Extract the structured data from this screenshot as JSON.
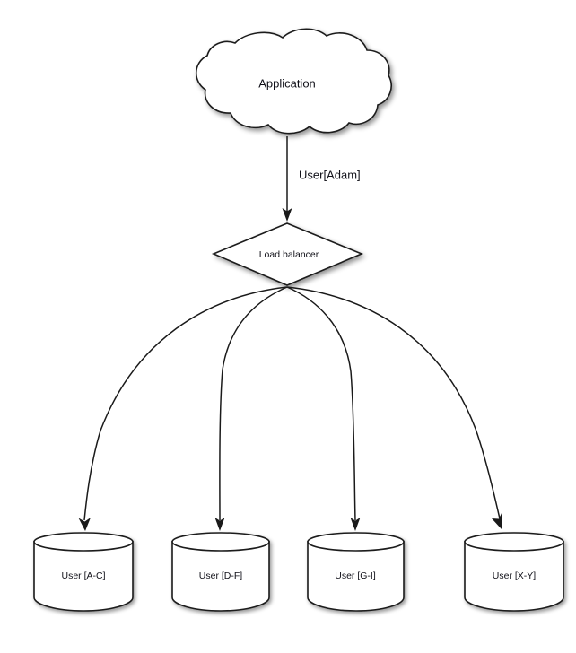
{
  "diagram": {
    "type": "architecture-flow",
    "background_color": "#ffffff",
    "stroke_color": "#1a1a1a",
    "fill_color": "#ffffff",
    "text_color": "#101018",
    "nodes": {
      "application": {
        "label": "Application",
        "shape": "cloud"
      },
      "load_balancer": {
        "label": "Load balancer",
        "shape": "diamond"
      },
      "databases": [
        {
          "label": "User [A-C]",
          "shape": "cylinder"
        },
        {
          "label": "User [D-F]",
          "shape": "cylinder"
        },
        {
          "label": "User [G-I]",
          "shape": "cylinder"
        },
        {
          "label": "User [X-Y]",
          "shape": "cylinder"
        }
      ]
    },
    "edges": {
      "app_to_balancer_label": "User[Adam]",
      "balancer_to_db_labels": [
        "",
        "",
        "",
        ""
      ]
    }
  }
}
